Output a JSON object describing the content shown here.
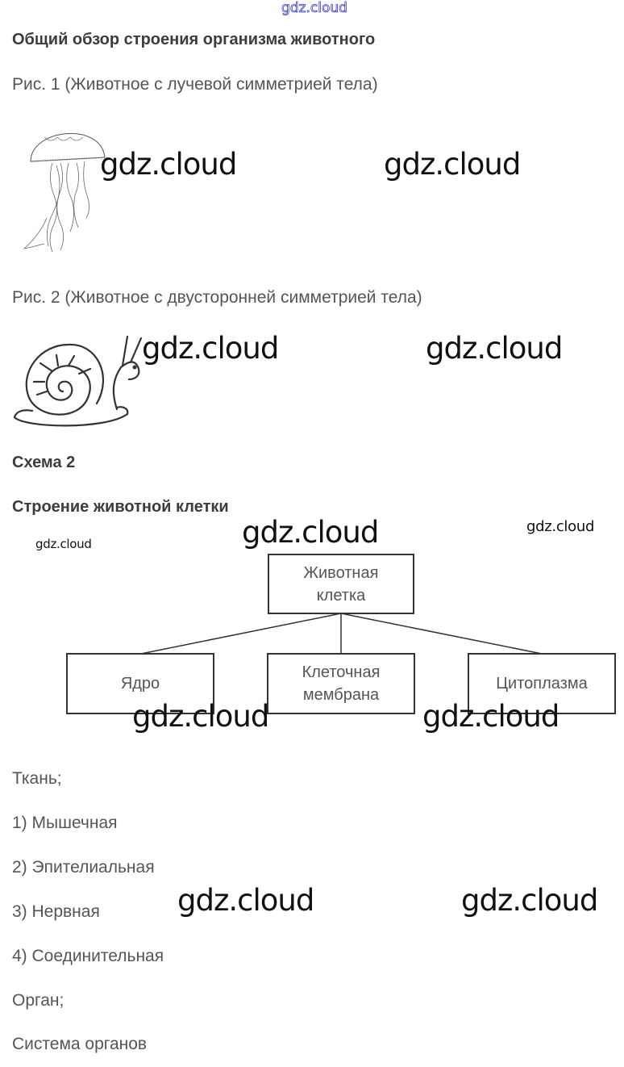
{
  "watermark": {
    "top": "gdz.cloud",
    "text": "gdz.cloud",
    "color": "#3a3ad0"
  },
  "title": "Общий обзор строения организма животного",
  "figures": [
    {
      "caption": "Рис. 1 (Животное с лучевой симметрией тела)",
      "icon": "jellyfish-icon"
    },
    {
      "caption": "Рис. 2 (Животное с двусторонней симметрией тела)",
      "icon": "snail-icon"
    }
  ],
  "scheme": {
    "label": "Схема 2",
    "title": "Строение животной клетки",
    "root": [
      "Животная",
      "клетка"
    ],
    "children": [
      {
        "lines": [
          "Ядро"
        ]
      },
      {
        "lines": [
          "Клеточная",
          "мембрана"
        ]
      },
      {
        "lines": [
          "Цитоплазма"
        ]
      }
    ]
  },
  "levels": {
    "tissue_label": "Ткань;",
    "tissues": [
      "1) Мышечная",
      "2) Эпителиальная",
      "3) Нервная",
      "4) Соединительная"
    ],
    "organ_label": "Орган;",
    "system_label": "Система органов"
  }
}
